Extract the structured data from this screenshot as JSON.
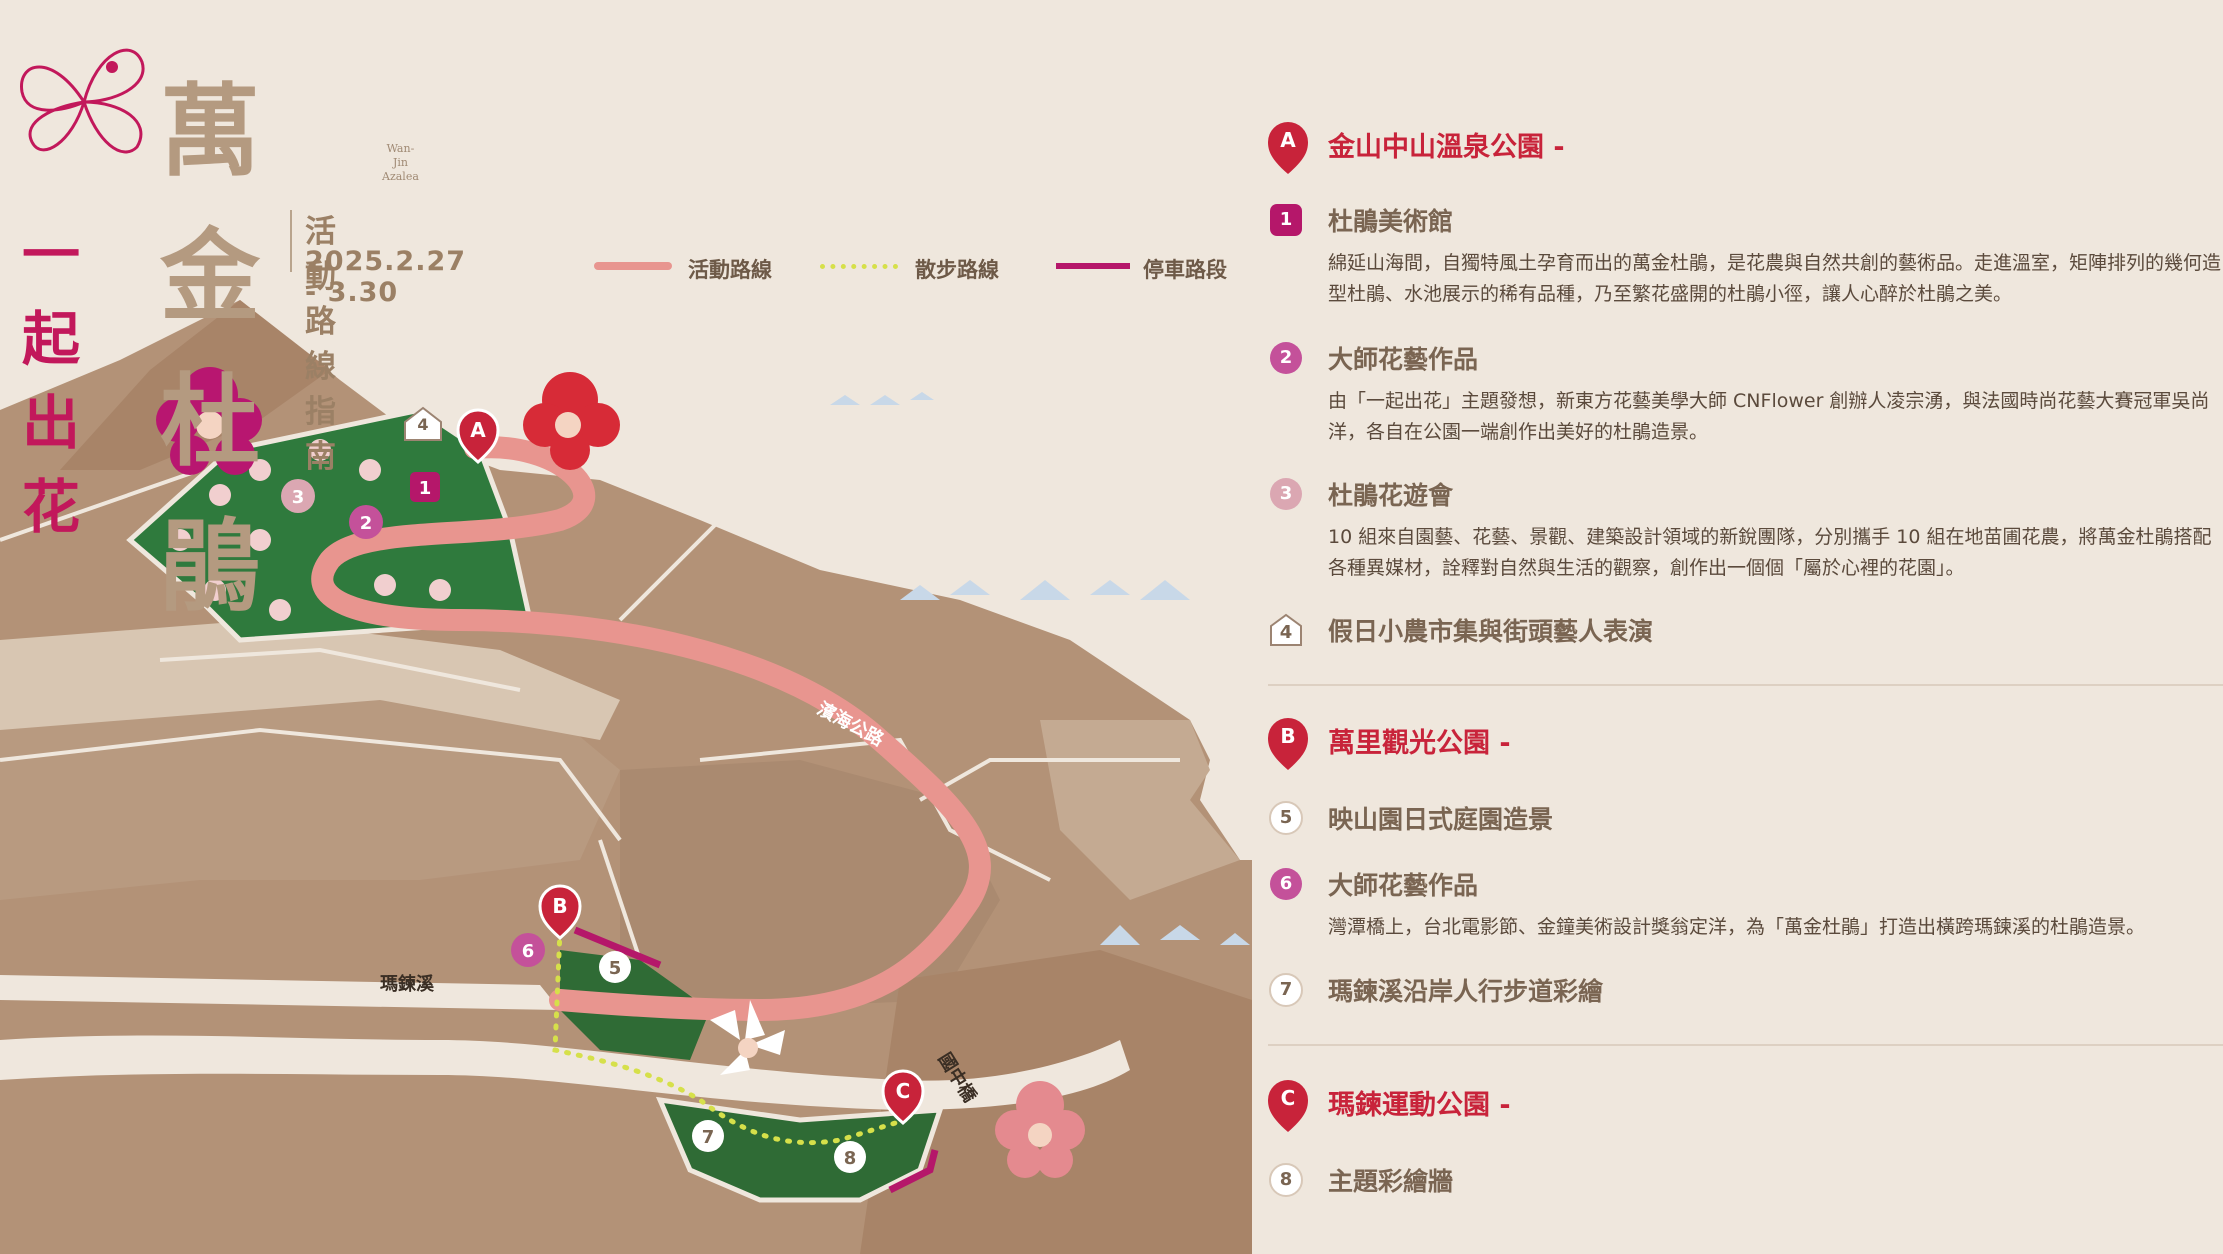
{
  "header": {
    "logo_title": "萬金杜鵑",
    "logo_sub_1": "Wan-Jin",
    "logo_sub_2": "Azalea",
    "main_title": "一起出花",
    "guide_title": "活動路線指南",
    "guide_date": "2025.2.27 - 3.30"
  },
  "legend": [
    {
      "label": "活動路線",
      "color": "#e8958f",
      "style": "solid"
    },
    {
      "label": "散步路線",
      "color": "#d6e04a",
      "style": "dotted"
    },
    {
      "label": "停車路段",
      "color": "#b5176a",
      "style": "solid"
    }
  ],
  "map": {
    "road_label_coast": "濱海公路",
    "road_label_river": "瑪鍊溪",
    "road_label_bridge": "國中橋",
    "markers": [
      {
        "letter": "A"
      },
      {
        "letter": "B"
      },
      {
        "letter": "C"
      }
    ],
    "spots": [
      "1",
      "2",
      "3",
      "4",
      "5",
      "6",
      "7",
      "8"
    ]
  },
  "sections": [
    {
      "letter": "A",
      "title": "金山中山溫泉公園 -",
      "items": [
        {
          "num": "1",
          "title": "杜鵑美術館",
          "desc": "綿延山海間，自獨特風土孕育而出的萬金杜鵑，是花農與自然共創的藝術品。走進溫室，矩陣排列的幾何造型杜鵑、水池展示的稀有品種，乃至繁花盛開的杜鵑小徑，讓人心醉於杜鵑之美。"
        },
        {
          "num": "2",
          "title": "大師花藝作品",
          "desc": "由「一起出花」主題發想，新東方花藝美學大師 CNFlower 創辦人凌宗湧，與法國時尚花藝大賽冠軍吳尚洋，各自在公園一端創作出美好的杜鵑造景。"
        },
        {
          "num": "3",
          "title": "杜鵑花遊會",
          "desc": "10 組來自園藝、花藝、景觀、建築設計領域的新銳團隊，分別攜手 10 組在地苗圃花農，將萬金杜鵑搭配各種異媒材，詮釋對自然與生活的觀察，創作出一個個「屬於心裡的花園」。"
        },
        {
          "num": "4",
          "title": "假日小農市集與街頭藝人表演",
          "desc": ""
        }
      ]
    },
    {
      "letter": "B",
      "title": "萬里觀光公園 -",
      "items": [
        {
          "num": "5",
          "title": "映山園日式庭園造景",
          "desc": ""
        },
        {
          "num": "6",
          "title": "大師花藝作品",
          "desc": "灣潭橋上，台北電影節、金鐘美術設計獎翁定洋，為「萬金杜鵑」打造出橫跨瑪鍊溪的杜鵑造景。"
        },
        {
          "num": "7",
          "title": "瑪鍊溪沿岸人行步道彩繪",
          "desc": ""
        }
      ]
    },
    {
      "letter": "C",
      "title": "瑪鍊運動公園 -",
      "items": [
        {
          "num": "8",
          "title": "主題彩繪牆",
          "desc": ""
        }
      ]
    }
  ],
  "colors": {
    "accent_red": "#c8233a",
    "magenta": "#c2185b",
    "land": "#b09079",
    "park_green": "#2f7a3d",
    "route": "#e8958f"
  }
}
